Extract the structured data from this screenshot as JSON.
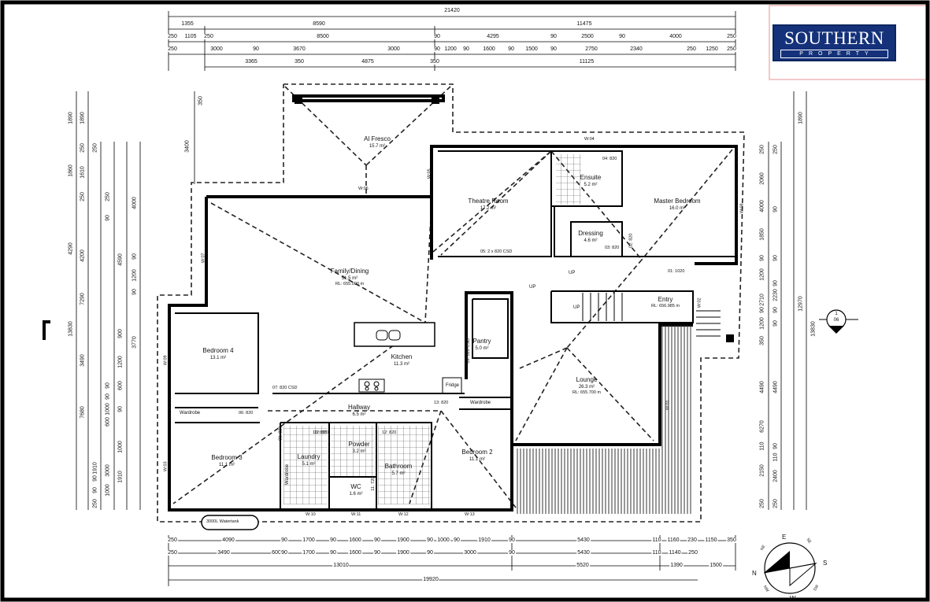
{
  "logo": {
    "name": "SOUTHERN",
    "sub": "PROPERTY"
  },
  "dims_top": {
    "overall": "21420",
    "row2": [
      "1355",
      "8590",
      "11475"
    ],
    "row3": [
      "250",
      "1105",
      "250",
      "8500",
      "90",
      "4295",
      "90",
      "2500",
      "90",
      "4000",
      "250"
    ],
    "row4": [
      "250",
      "3000",
      "90",
      "3670",
      "3000",
      "90",
      "1200",
      "90",
      "1600",
      "90",
      "1500",
      "90",
      "2750",
      "2340",
      "250",
      "1250",
      "250"
    ],
    "row5": [
      "3365",
      "350",
      "4875",
      "350",
      "11125"
    ]
  },
  "dims_bottom": {
    "row1": [
      "250",
      "4090",
      "90",
      "1700",
      "90",
      "1600",
      "90",
      "1900",
      "90",
      "1000",
      "90",
      "1910",
      "90",
      "5430",
      "110",
      "1160",
      "230",
      "1150",
      "350"
    ],
    "row2": [
      "250",
      "3490",
      "600",
      "90",
      "1700",
      "90",
      "1600",
      "90",
      "1900",
      "90",
      "3000",
      "90",
      "5430",
      "110",
      "1140",
      "250"
    ],
    "row3": [
      "13010",
      "5520",
      "1390",
      "1500"
    ],
    "overall": "19920"
  },
  "dims_left": {
    "outer": [
      "1890",
      "1860",
      "4290",
      "13830"
    ],
    "mid1": [
      "1890",
      "250",
      "1610",
      "250",
      "4200",
      "7290",
      "3490",
      "7680"
    ],
    "mid2": [
      "250",
      "250",
      "90",
      "4590",
      "90",
      "1200",
      "90",
      "900",
      "3770",
      "1200",
      "90",
      "600",
      "90",
      "1000",
      "90",
      "600",
      "1000",
      "1910",
      "3000",
      "90",
      "1910",
      "90",
      "1000",
      "250"
    ],
    "inner": [
      "3400",
      "350",
      "4000"
    ]
  },
  "dims_right": {
    "inner": [
      "250",
      "2060",
      "4000",
      "1850",
      "90",
      "1200",
      "2710",
      "90",
      "1200",
      "350",
      "4490",
      "6270",
      "110",
      "2150",
      "2400",
      "250"
    ],
    "mid": [
      "250",
      "90",
      "90",
      "90",
      "2230",
      "90",
      "90",
      "4490",
      "90",
      "110",
      "250"
    ],
    "outer": [
      "1890",
      "12970",
      "13830"
    ]
  },
  "rooms": [
    {
      "name": "Al Fresco",
      "area": "15.7 m²"
    },
    {
      "name": "Theatre Room",
      "area": "17.2 m²"
    },
    {
      "name": "Ensuite",
      "area": "5.2 m²"
    },
    {
      "name": "Master Bedroom",
      "area": "16.0 m²"
    },
    {
      "name": "Dressing",
      "area": "4.6 m²"
    },
    {
      "name": "Family/Dining",
      "area": "51.5 m²",
      "rl": "RL: 655.000 m"
    },
    {
      "name": "Bedroom 4",
      "area": "13.1 m²"
    },
    {
      "name": "Pantry",
      "area": "5.0 m²"
    },
    {
      "name": "Kitchen",
      "area": "11.3 m²"
    },
    {
      "name": "Entry",
      "area": "",
      "rl": "RL: 656.985 m"
    },
    {
      "name": "Lounge",
      "area": "26.3 m²",
      "rl": "RL: 655.700 m"
    },
    {
      "name": "Hallway",
      "area": "6.5 m²"
    },
    {
      "name": "Bedroom 3",
      "area": "11.1 m²"
    },
    {
      "name": "Laundry",
      "area": "5.1 m²"
    },
    {
      "name": "Powder",
      "area": "3.2 m²"
    },
    {
      "name": "Bathroom",
      "area": "5.7 m²"
    },
    {
      "name": "Bedroom 2",
      "area": "11.1 m²"
    },
    {
      "name": "WC",
      "area": "1.6 m²"
    }
  ],
  "fixtures": {
    "wardrobe": "Wardrobe",
    "fridge": "Fridge",
    "watertank": "3000L Watertank",
    "up": "UP"
  },
  "windows": [
    "W:04",
    "W:05",
    "W:06",
    "W:07",
    "W:08",
    "W:09",
    "W:03",
    "W:02",
    "W:01",
    "W:10",
    "W:11",
    "W:12",
    "W:13"
  ],
  "doors": [
    "04: 820",
    "05: 2 x 820 CSD",
    "02: 820",
    "03: 820",
    "01: 1020",
    "07: 820 CSD",
    "06: 820",
    "08: 820",
    "09: 820 CSD",
    "10: 820",
    "11: 720",
    "12: 820",
    "12: 820",
    "13: 820"
  ],
  "section_marker": {
    "number": "1",
    "sheet": "06"
  },
  "compass": [
    "N",
    "NE",
    "E",
    "SE",
    "S",
    "SW",
    "W",
    "NW"
  ]
}
